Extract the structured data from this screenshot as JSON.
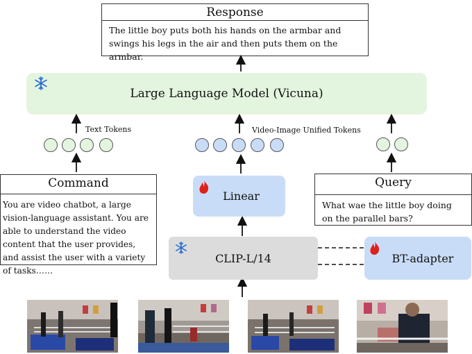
{
  "response": {
    "title": "Response",
    "text": "The little boy puts both his hands on the armbar and swings his legs in the air and then puts them on the armbar."
  },
  "llm": {
    "label": "Large  Language Model (Vicuna)",
    "icon": "snowflake-icon"
  },
  "tokens": {
    "text_label": "Text Tokens",
    "unified_label": "Video-Image Unified Tokens"
  },
  "command": {
    "title": "Command",
    "text": "You are video chatbot, a large vision-language assistant. You are able to understand the video content that the user provides, and assist the user with a variety of tasks……"
  },
  "linear": {
    "label": "Linear",
    "icon": "flame-icon"
  },
  "query": {
    "title": "Query",
    "text": "What wae the little boy doing on the parallel bars?"
  },
  "clip": {
    "label": "CLIP-L/14",
    "icon": "snowflake-icon"
  },
  "adapter": {
    "label": "BT-adapter",
    "icon": "flame-icon"
  },
  "colors": {
    "llm_bg": "#e4f5df",
    "module_bg": "#c9dcf7",
    "clip_bg": "#dcdcdc",
    "flame": "#e0201a",
    "snowflake": "#2a6fd6"
  }
}
